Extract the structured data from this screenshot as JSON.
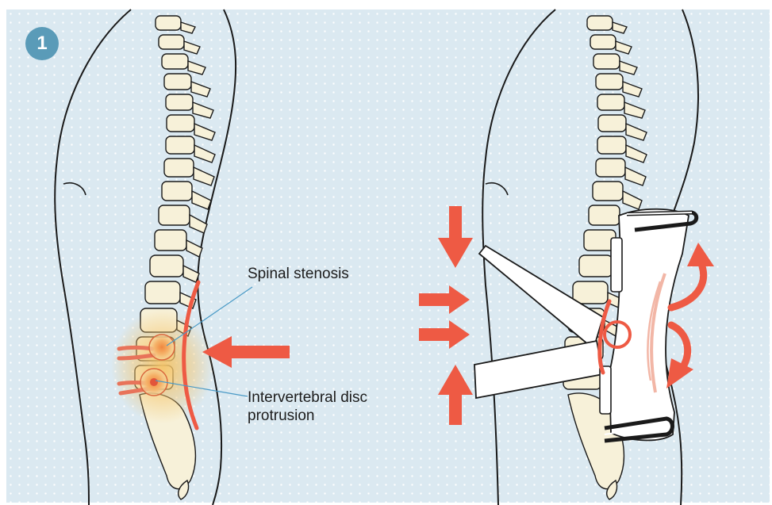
{
  "badge": {
    "step_number": "1"
  },
  "labels": {
    "spinal_stenosis": "Spinal stenosis",
    "disc_protrusion": "Intervertebral disc protrusion"
  },
  "colors": {
    "background": "#dbe9f1",
    "bone_fill": "#f7f1d9",
    "arrow_red": "#ee5a44",
    "badge_blue": "#5a9bb8",
    "pain_glow": "#f4c46a"
  },
  "icons": {
    "compression_arrow": "red-block-arrow",
    "rotation_arrow": "red-curved-arrow"
  }
}
